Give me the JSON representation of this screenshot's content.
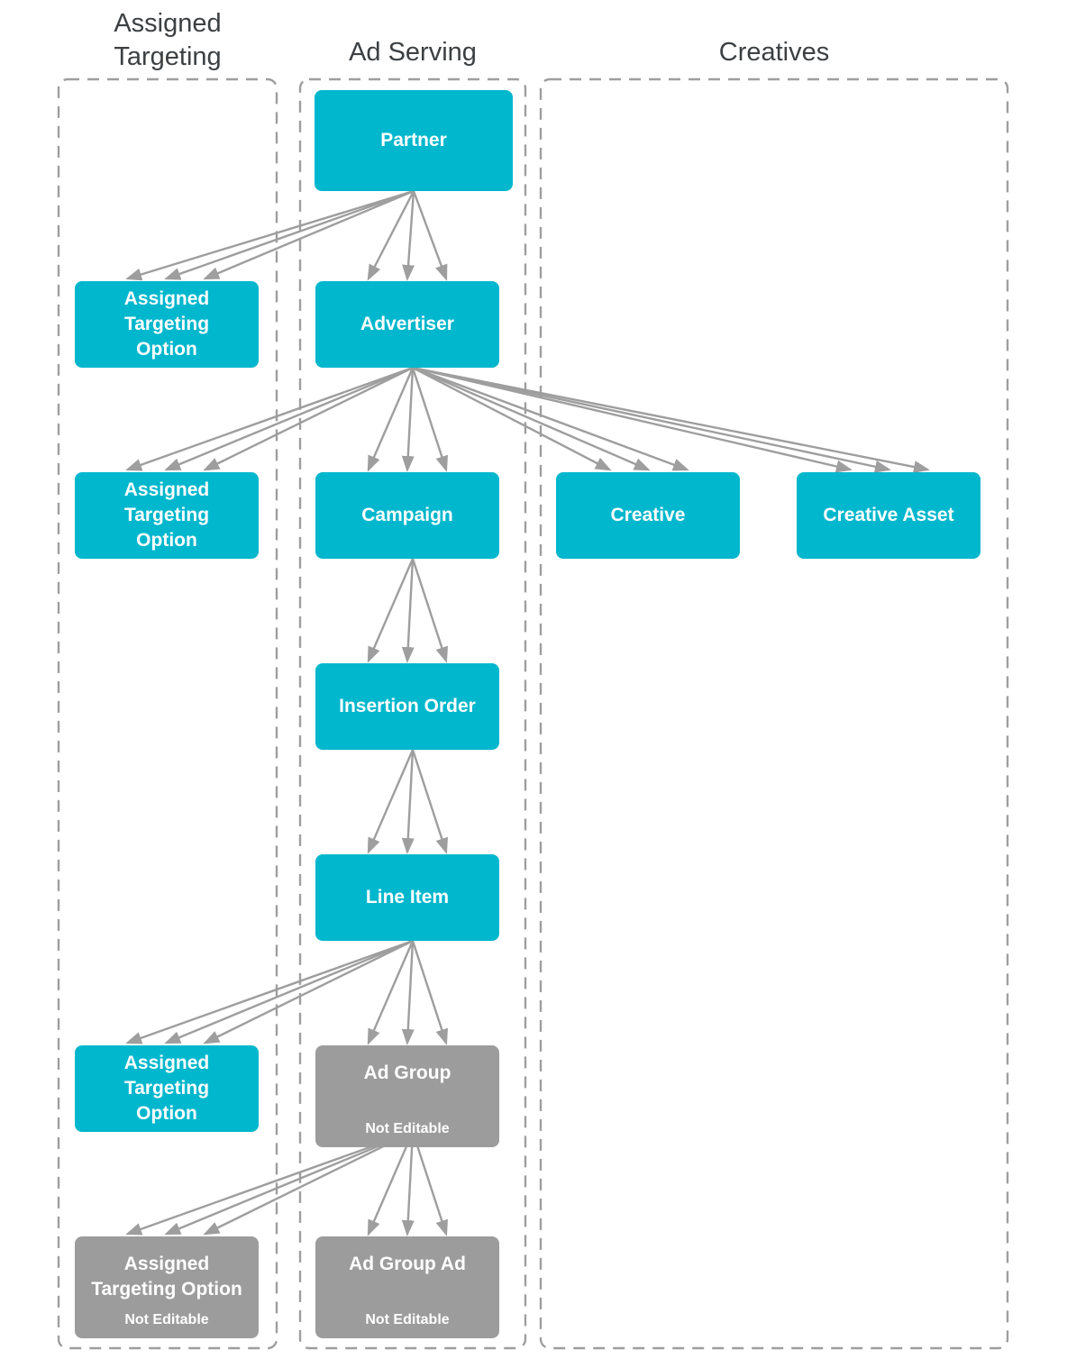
{
  "diagram": {
    "headers": [
      {
        "id": "assigned-targeting",
        "lines": [
          "Assigned",
          "Targeting"
        ]
      },
      {
        "id": "ad-serving",
        "lines": [
          "Ad Serving"
        ]
      },
      {
        "id": "creatives",
        "lines": [
          "Creatives"
        ]
      }
    ],
    "nodes": [
      {
        "id": "partner",
        "label": "Partner",
        "lines": [
          "Partner"
        ],
        "style": "cyan",
        "note": ""
      },
      {
        "id": "assigned-targeting-option-1",
        "label": "Assigned Targeting Option",
        "lines": [
          "Assigned",
          "Targeting",
          "Option"
        ],
        "style": "cyan",
        "note": ""
      },
      {
        "id": "advertiser",
        "label": "Advertiser",
        "lines": [
          "Advertiser"
        ],
        "style": "cyan",
        "note": ""
      },
      {
        "id": "assigned-targeting-option-2",
        "label": "Assigned Targeting Option",
        "lines": [
          "Assigned",
          "Targeting",
          "Option"
        ],
        "style": "cyan",
        "note": ""
      },
      {
        "id": "campaign",
        "label": "Campaign",
        "lines": [
          "Campaign"
        ],
        "style": "cyan",
        "note": ""
      },
      {
        "id": "creative",
        "label": "Creative",
        "lines": [
          "Creative"
        ],
        "style": "cyan",
        "note": ""
      },
      {
        "id": "creative-asset",
        "label": "Creative Asset",
        "lines": [
          "Creative Asset"
        ],
        "style": "cyan",
        "note": ""
      },
      {
        "id": "insertion-order",
        "label": "Insertion Order",
        "lines": [
          "Insertion Order"
        ],
        "style": "cyan",
        "note": ""
      },
      {
        "id": "line-item",
        "label": "Line Item",
        "lines": [
          "Line Item"
        ],
        "style": "cyan",
        "note": ""
      },
      {
        "id": "assigned-targeting-option-3",
        "label": "Assigned Targeting Option",
        "lines": [
          "Assigned",
          "Targeting",
          "Option"
        ],
        "style": "cyan",
        "note": ""
      },
      {
        "id": "ad-group",
        "label": "Ad Group",
        "lines": [
          "Ad Group"
        ],
        "style": "gray",
        "note": "Not Editable"
      },
      {
        "id": "assigned-targeting-option-4",
        "label": "Assigned Targeting Option",
        "lines": [
          "Assigned",
          "Targeting Option"
        ],
        "style": "gray",
        "note": "Not Editable"
      },
      {
        "id": "ad-group-ad",
        "label": "Ad Group Ad",
        "lines": [
          "Ad Group Ad"
        ],
        "style": "gray",
        "note": "Not Editable"
      }
    ],
    "edges": [
      {
        "from": "partner",
        "to": "assigned-targeting-option-1"
      },
      {
        "from": "partner",
        "to": "advertiser"
      },
      {
        "from": "advertiser",
        "to": "assigned-targeting-option-2"
      },
      {
        "from": "advertiser",
        "to": "campaign"
      },
      {
        "from": "advertiser",
        "to": "creative"
      },
      {
        "from": "advertiser",
        "to": "creative-asset"
      },
      {
        "from": "campaign",
        "to": "insertion-order"
      },
      {
        "from": "insertion-order",
        "to": "line-item"
      },
      {
        "from": "line-item",
        "to": "assigned-targeting-option-3"
      },
      {
        "from": "line-item",
        "to": "ad-group"
      },
      {
        "from": "ad-group",
        "to": "assigned-targeting-option-4"
      },
      {
        "from": "ad-group",
        "to": "ad-group-ad"
      }
    ],
    "colors": {
      "cyan_front": "#00b7cd",
      "cyan_mid": "#0997a5",
      "cyan_back": "#075f68",
      "gray_front": "#9c9c9c",
      "gray_mid": "#5f5f5f",
      "gray_back": "#2e2e2e",
      "arrow": "#9e9e9e",
      "column_border": "#9e9e9e",
      "header_text": "#3c4043",
      "label_text": "#ffffff"
    }
  }
}
